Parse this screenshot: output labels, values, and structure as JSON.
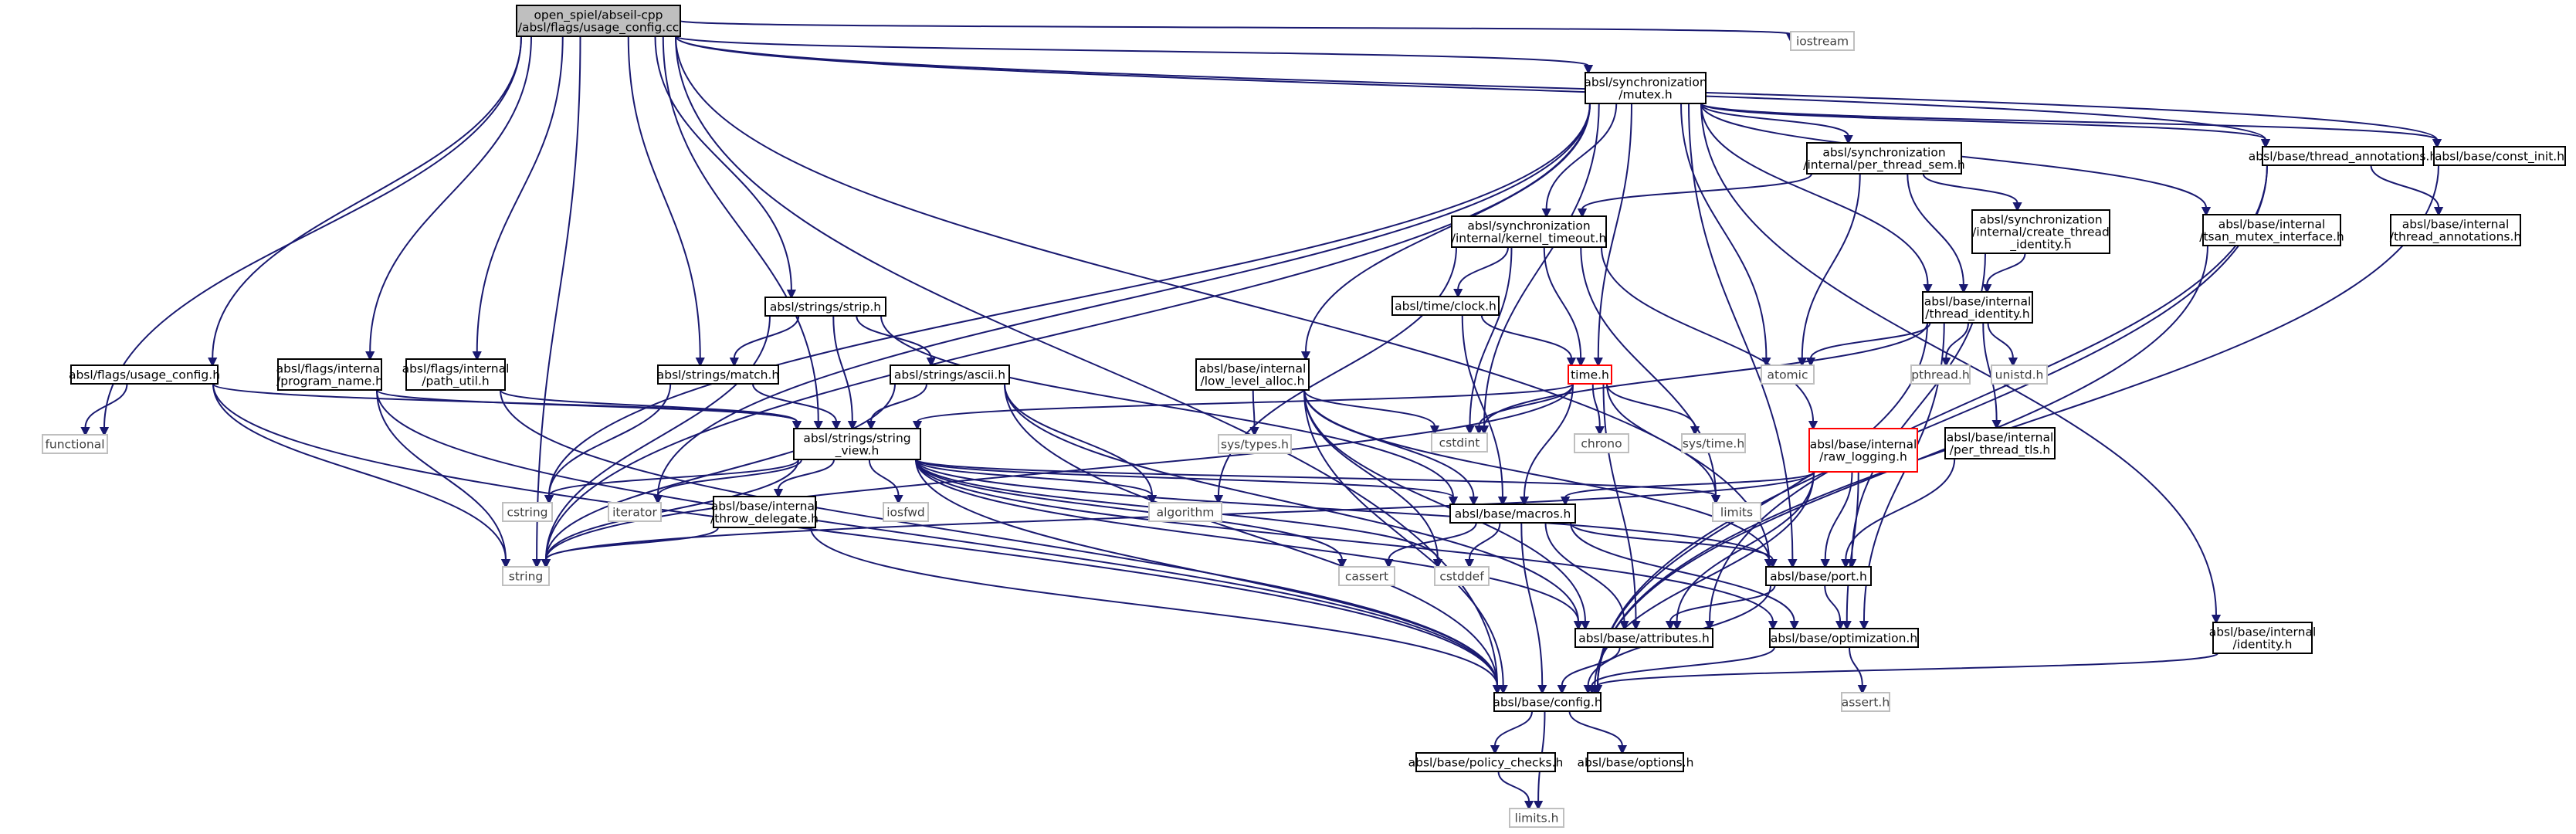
{
  "graph": {
    "title": "Include dependency graph for usage_config.cc",
    "colors": {
      "edge": "#191970",
      "box_border": "#000000",
      "system_border": "#bfbfbf",
      "system_text": "#3f3f3f",
      "truncated_border": "#ff0000",
      "root_fill": "#bfbfbf",
      "node_fill": "#ffffff",
      "text": "#000000"
    },
    "nodes": [
      {
        "id": "root",
        "lines": [
          "open_spiel/abseil-cpp",
          "/absl/flags/usage_config.cc"
        ],
        "kind": "root"
      },
      {
        "id": "iostream",
        "lines": [
          "iostream"
        ],
        "kind": "system"
      },
      {
        "id": "mutex",
        "lines": [
          "absl/synchronization",
          "/mutex.h"
        ],
        "kind": "file"
      },
      {
        "id": "thread_annotations",
        "lines": [
          "absl/base/thread_annotations.h"
        ],
        "kind": "file"
      },
      {
        "id": "const_init",
        "lines": [
          "absl/base/const_init.h"
        ],
        "kind": "file"
      },
      {
        "id": "per_thread_sem",
        "lines": [
          "absl/synchronization",
          "/internal/per_thread_sem.h"
        ],
        "kind": "file"
      },
      {
        "id": "tsan_mutex",
        "lines": [
          "absl/base/internal",
          "/tsan_mutex_interface.h"
        ],
        "kind": "file"
      },
      {
        "id": "internal_thread_annotations",
        "lines": [
          "absl/base/internal",
          "/thread_annotations.h"
        ],
        "kind": "file"
      },
      {
        "id": "kernel_timeout",
        "lines": [
          "absl/synchronization",
          "/internal/kernel_timeout.h"
        ],
        "kind": "file"
      },
      {
        "id": "create_thread_identity",
        "lines": [
          "absl/synchronization",
          "/internal/create_thread",
          "_identity.h"
        ],
        "kind": "file"
      },
      {
        "id": "clock",
        "lines": [
          "absl/time/clock.h"
        ],
        "kind": "file"
      },
      {
        "id": "thread_identity",
        "lines": [
          "absl/base/internal",
          "/thread_identity.h"
        ],
        "kind": "file"
      },
      {
        "id": "strip",
        "lines": [
          "absl/strings/strip.h"
        ],
        "kind": "file"
      },
      {
        "id": "low_level_alloc",
        "lines": [
          "absl/base/internal",
          "/low_level_alloc.h"
        ],
        "kind": "file"
      },
      {
        "id": "time",
        "lines": [
          "time.h"
        ],
        "kind": "truncated"
      },
      {
        "id": "atomic",
        "lines": [
          "atomic"
        ],
        "kind": "system"
      },
      {
        "id": "pthread",
        "lines": [
          "pthread.h"
        ],
        "kind": "system"
      },
      {
        "id": "unistd",
        "lines": [
          "unistd.h"
        ],
        "kind": "system"
      },
      {
        "id": "usage_config_h",
        "lines": [
          "absl/flags/usage_config.h"
        ],
        "kind": "file"
      },
      {
        "id": "program_name",
        "lines": [
          "absl/flags/internal",
          "/program_name.h"
        ],
        "kind": "file"
      },
      {
        "id": "path_util",
        "lines": [
          "absl/flags/internal",
          "/path_util.h"
        ],
        "kind": "file"
      },
      {
        "id": "match",
        "lines": [
          "absl/strings/match.h"
        ],
        "kind": "file"
      },
      {
        "id": "ascii",
        "lines": [
          "absl/strings/ascii.h"
        ],
        "kind": "file"
      },
      {
        "id": "sys_types",
        "lines": [
          "sys/types.h"
        ],
        "kind": "system"
      },
      {
        "id": "cstdint",
        "lines": [
          "cstdint"
        ],
        "kind": "system"
      },
      {
        "id": "chrono",
        "lines": [
          "chrono"
        ],
        "kind": "system"
      },
      {
        "id": "sys_time",
        "lines": [
          "sys/time.h"
        ],
        "kind": "system"
      },
      {
        "id": "raw_logging",
        "lines": [
          "absl/base/internal",
          "/raw_logging.h"
        ],
        "kind": "truncated"
      },
      {
        "id": "per_thread_tls",
        "lines": [
          "absl/base/internal",
          "/per_thread_tls.h"
        ],
        "kind": "file"
      },
      {
        "id": "functional",
        "lines": [
          "functional"
        ],
        "kind": "system"
      },
      {
        "id": "string_view",
        "lines": [
          "absl/strings/string",
          "_view.h"
        ],
        "kind": "file"
      },
      {
        "id": "cstring",
        "lines": [
          "cstring"
        ],
        "kind": "system"
      },
      {
        "id": "iterator",
        "lines": [
          "iterator"
        ],
        "kind": "system"
      },
      {
        "id": "iosfwd",
        "lines": [
          "iosfwd"
        ],
        "kind": "system"
      },
      {
        "id": "algorithm",
        "lines": [
          "algorithm"
        ],
        "kind": "system"
      },
      {
        "id": "limits",
        "lines": [
          "limits"
        ],
        "kind": "system"
      },
      {
        "id": "throw_delegate",
        "lines": [
          "absl/base/internal",
          "/throw_delegate.h"
        ],
        "kind": "file"
      },
      {
        "id": "macros",
        "lines": [
          "absl/base/macros.h"
        ],
        "kind": "file"
      },
      {
        "id": "string",
        "lines": [
          "string"
        ],
        "kind": "system"
      },
      {
        "id": "cassert",
        "lines": [
          "cassert"
        ],
        "kind": "system"
      },
      {
        "id": "cstddef",
        "lines": [
          "cstddef"
        ],
        "kind": "system"
      },
      {
        "id": "port",
        "lines": [
          "absl/base/port.h"
        ],
        "kind": "file"
      },
      {
        "id": "attributes",
        "lines": [
          "absl/base/attributes.h"
        ],
        "kind": "file"
      },
      {
        "id": "optimization",
        "lines": [
          "absl/base/optimization.h"
        ],
        "kind": "file"
      },
      {
        "id": "identity",
        "lines": [
          "absl/base/internal",
          "/identity.h"
        ],
        "kind": "file"
      },
      {
        "id": "config",
        "lines": [
          "absl/base/config.h"
        ],
        "kind": "file"
      },
      {
        "id": "assert",
        "lines": [
          "assert.h"
        ],
        "kind": "system"
      },
      {
        "id": "policy_checks",
        "lines": [
          "absl/base/policy_checks.h"
        ],
        "kind": "file"
      },
      {
        "id": "options",
        "lines": [
          "absl/base/options.h"
        ],
        "kind": "file"
      },
      {
        "id": "limits_h",
        "lines": [
          "limits.h"
        ],
        "kind": "system"
      }
    ],
    "edges": [
      [
        "root",
        "iostream"
      ],
      [
        "root",
        "mutex"
      ],
      [
        "root",
        "thread_annotations"
      ],
      [
        "root",
        "const_init"
      ],
      [
        "root",
        "functional"
      ],
      [
        "root",
        "usage_config_h"
      ],
      [
        "root",
        "program_name"
      ],
      [
        "root",
        "path_util"
      ],
      [
        "root",
        "string"
      ],
      [
        "root",
        "match"
      ],
      [
        "root",
        "string_view"
      ],
      [
        "root",
        "strip"
      ],
      [
        "root",
        "config"
      ],
      [
        "root",
        "port"
      ],
      [
        "mutex",
        "thread_annotations"
      ],
      [
        "mutex",
        "const_init"
      ],
      [
        "mutex",
        "per_thread_sem"
      ],
      [
        "mutex",
        "tsan_mutex"
      ],
      [
        "mutex",
        "kernel_timeout"
      ],
      [
        "mutex",
        "thread_identity"
      ],
      [
        "mutex",
        "low_level_alloc"
      ],
      [
        "mutex",
        "time"
      ],
      [
        "mutex",
        "atomic"
      ],
      [
        "mutex",
        "cstdint"
      ],
      [
        "mutex",
        "cstring"
      ],
      [
        "mutex",
        "iterator"
      ],
      [
        "mutex",
        "string"
      ],
      [
        "mutex",
        "identity"
      ],
      [
        "mutex",
        "port"
      ],
      [
        "thread_annotations",
        "internal_thread_annotations"
      ],
      [
        "thread_annotations",
        "attributes"
      ],
      [
        "thread_annotations",
        "config"
      ],
      [
        "const_init",
        "config"
      ],
      [
        "per_thread_sem",
        "kernel_timeout"
      ],
      [
        "per_thread_sem",
        "create_thread_identity"
      ],
      [
        "per_thread_sem",
        "thread_identity"
      ],
      [
        "per_thread_sem",
        "atomic"
      ],
      [
        "tsan_mutex",
        "config"
      ],
      [
        "kernel_timeout",
        "clock"
      ],
      [
        "kernel_timeout",
        "time"
      ],
      [
        "kernel_timeout",
        "raw_logging"
      ],
      [
        "kernel_timeout",
        "cstdint"
      ],
      [
        "kernel_timeout",
        "limits"
      ],
      [
        "kernel_timeout",
        "algorithm"
      ],
      [
        "create_thread_identity",
        "thread_identity"
      ],
      [
        "create_thread_identity",
        "port"
      ],
      [
        "clock",
        "time"
      ],
      [
        "clock",
        "macros"
      ],
      [
        "thread_identity",
        "atomic"
      ],
      [
        "thread_identity",
        "pthread"
      ],
      [
        "thread_identity",
        "unistd"
      ],
      [
        "thread_identity",
        "per_thread_tls"
      ],
      [
        "thread_identity",
        "cstdint"
      ],
      [
        "thread_identity",
        "optimization"
      ],
      [
        "thread_identity",
        "config"
      ],
      [
        "strip",
        "match"
      ],
      [
        "strip",
        "ascii"
      ],
      [
        "strip",
        "string_view"
      ],
      [
        "strip",
        "string"
      ],
      [
        "strip",
        "macros"
      ],
      [
        "low_level_alloc",
        "sys_types"
      ],
      [
        "low_level_alloc",
        "cstdint"
      ],
      [
        "low_level_alloc",
        "macros"
      ],
      [
        "low_level_alloc",
        "cstddef"
      ],
      [
        "low_level_alloc",
        "attributes"
      ],
      [
        "low_level_alloc",
        "config"
      ],
      [
        "low_level_alloc",
        "port"
      ],
      [
        "time",
        "string_view"
      ],
      [
        "time",
        "cstdint"
      ],
      [
        "time",
        "chrono"
      ],
      [
        "time",
        "sys_time"
      ],
      [
        "time",
        "limits"
      ],
      [
        "time",
        "macros"
      ],
      [
        "time",
        "string"
      ],
      [
        "time",
        "attributes"
      ],
      [
        "usage_config_h",
        "functional"
      ],
      [
        "usage_config_h",
        "string"
      ],
      [
        "usage_config_h",
        "string_view"
      ],
      [
        "usage_config_h",
        "config"
      ],
      [
        "program_name",
        "string"
      ],
      [
        "program_name",
        "string_view"
      ],
      [
        "program_name",
        "config"
      ],
      [
        "path_util",
        "string_view"
      ],
      [
        "path_util",
        "config"
      ],
      [
        "match",
        "cstring"
      ],
      [
        "match",
        "string_view"
      ],
      [
        "ascii",
        "string_view"
      ],
      [
        "ascii",
        "algorithm"
      ],
      [
        "ascii",
        "string"
      ],
      [
        "ascii",
        "attributes"
      ],
      [
        "ascii",
        "config"
      ],
      [
        "raw_logging",
        "macros"
      ],
      [
        "raw_logging",
        "port"
      ],
      [
        "raw_logging",
        "attributes"
      ],
      [
        "raw_logging",
        "optimization"
      ],
      [
        "raw_logging",
        "config"
      ],
      [
        "raw_logging",
        "string"
      ],
      [
        "per_thread_tls",
        "port"
      ],
      [
        "string_view",
        "cstring"
      ],
      [
        "string_view",
        "iterator"
      ],
      [
        "string_view",
        "iosfwd"
      ],
      [
        "string_view",
        "algorithm"
      ],
      [
        "string_view",
        "limits"
      ],
      [
        "string_view",
        "throw_delegate"
      ],
      [
        "string_view",
        "macros"
      ],
      [
        "string_view",
        "string"
      ],
      [
        "string_view",
        "cassert"
      ],
      [
        "string_view",
        "cstddef"
      ],
      [
        "string_view",
        "port"
      ],
      [
        "string_view",
        "attributes"
      ],
      [
        "string_view",
        "optimization"
      ],
      [
        "string_view",
        "config"
      ],
      [
        "throw_delegate",
        "string"
      ],
      [
        "throw_delegate",
        "config"
      ],
      [
        "macros",
        "cassert"
      ],
      [
        "macros",
        "cstddef"
      ],
      [
        "macros",
        "port"
      ],
      [
        "macros",
        "attributes"
      ],
      [
        "macros",
        "optimization"
      ],
      [
        "macros",
        "config"
      ],
      [
        "port",
        "attributes"
      ],
      [
        "port",
        "optimization"
      ],
      [
        "port",
        "config"
      ],
      [
        "attributes",
        "config"
      ],
      [
        "optimization",
        "assert"
      ],
      [
        "optimization",
        "config"
      ],
      [
        "identity",
        "config"
      ],
      [
        "config",
        "policy_checks"
      ],
      [
        "config",
        "options"
      ],
      [
        "config",
        "limits_h"
      ],
      [
        "policy_checks",
        "limits_h"
      ]
    ]
  }
}
